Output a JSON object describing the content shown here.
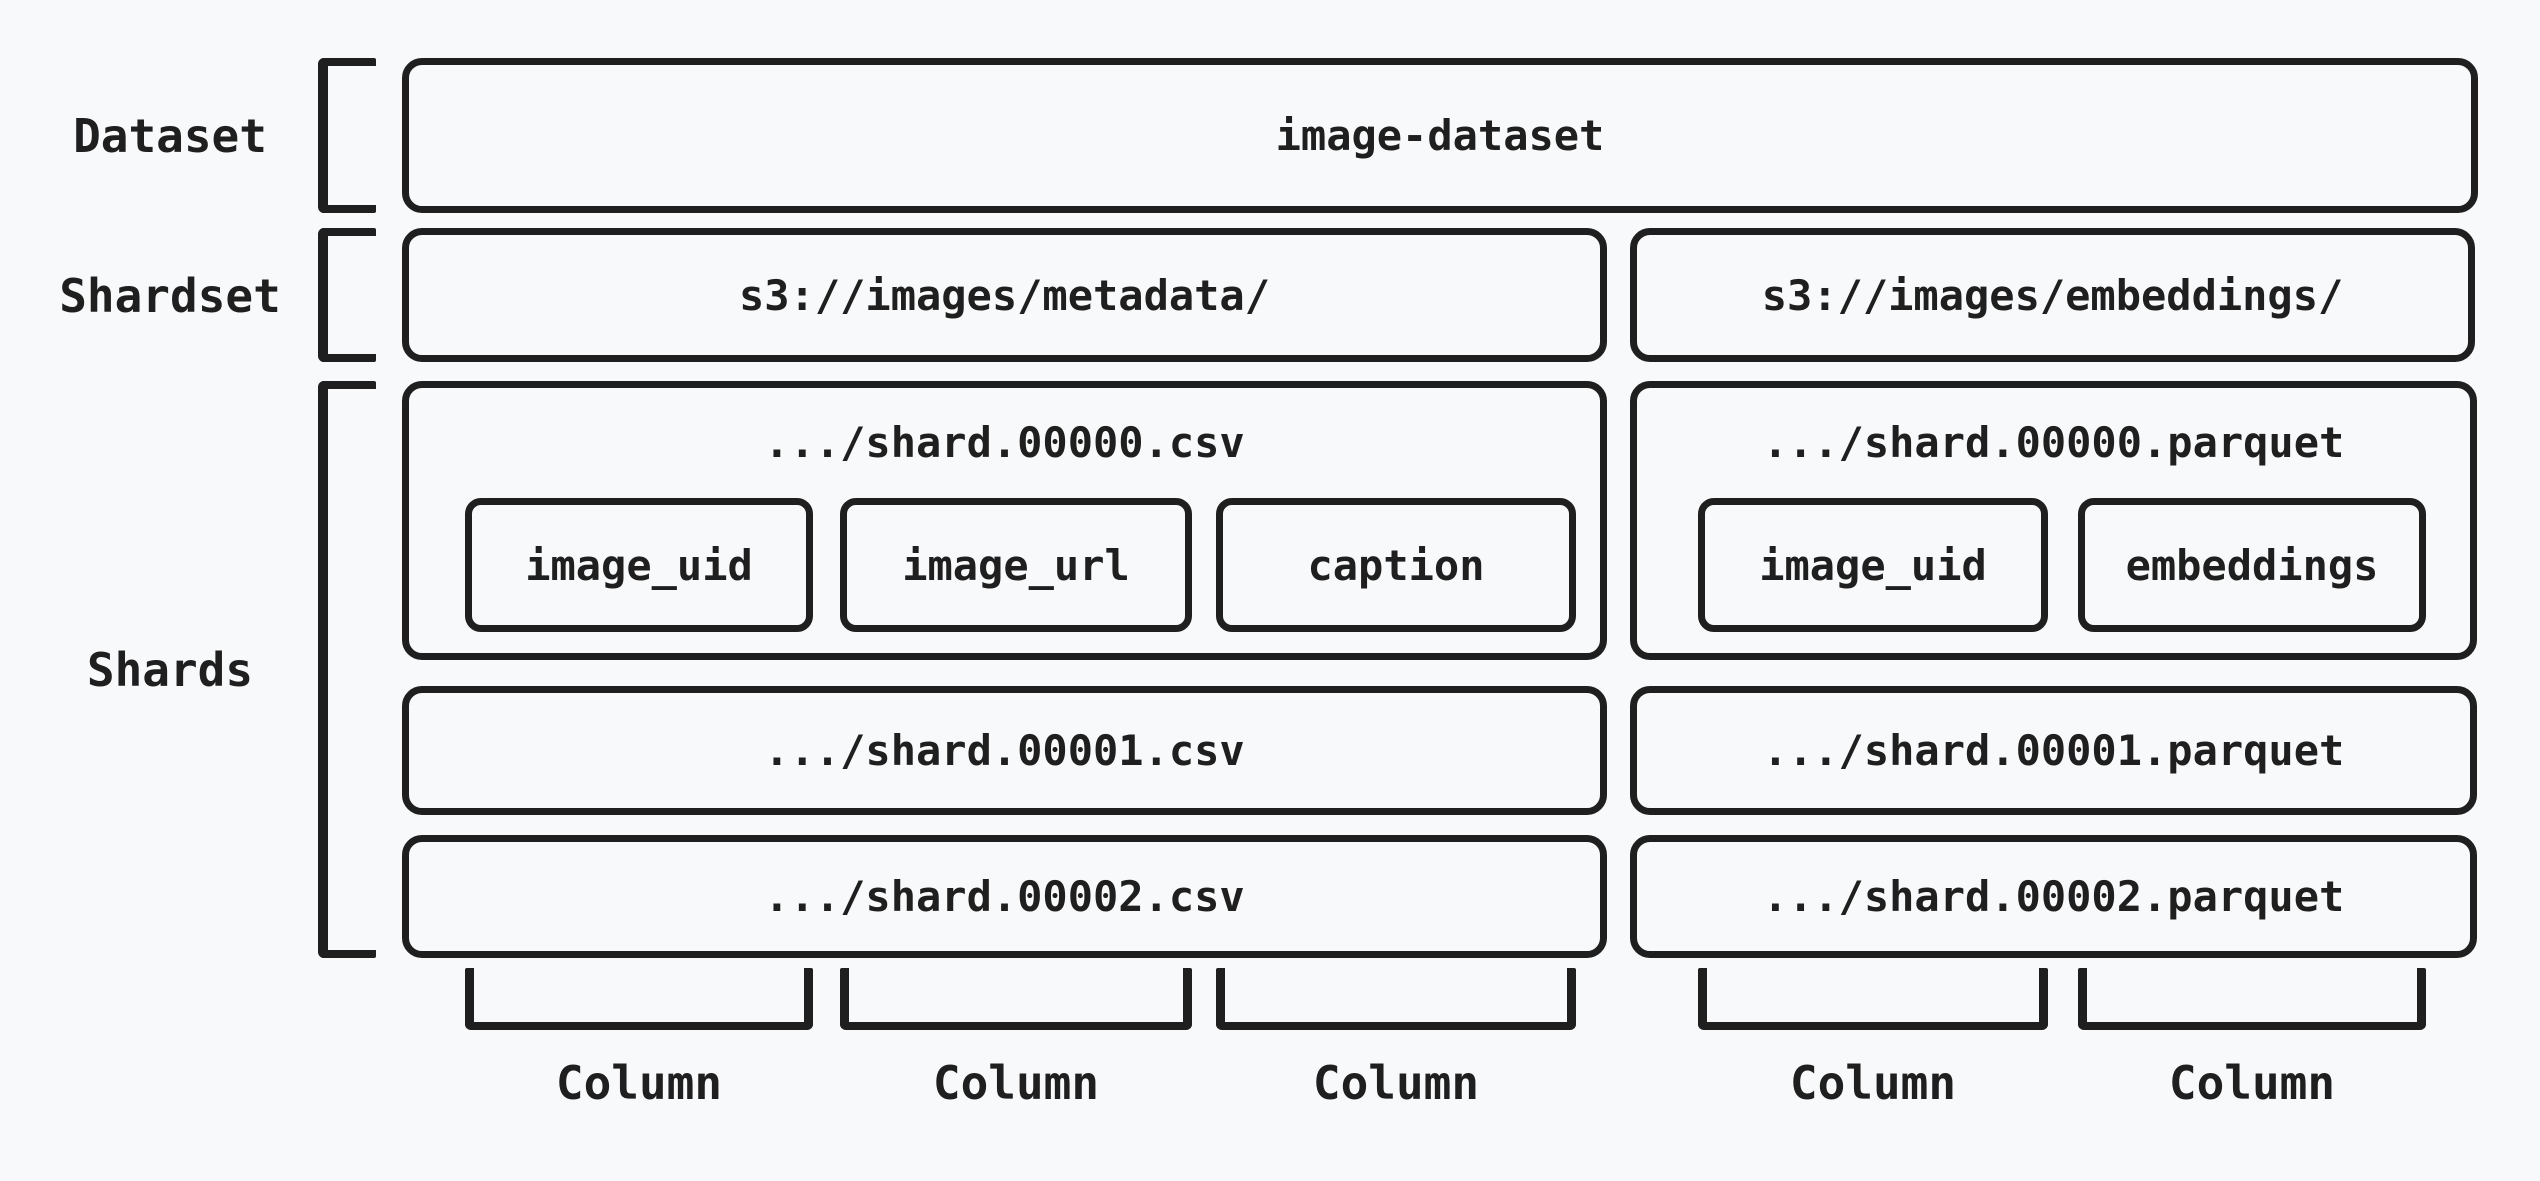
{
  "diagram": {
    "colors": {
      "stroke": "#1f1f1f",
      "background": "#f8f9fa",
      "text": "#1f1f1f"
    },
    "dataset": {
      "label": "Dataset",
      "name": "image-dataset"
    },
    "shardset": {
      "label": "Shardset",
      "metadata_uri": "s3://images/metadata/",
      "embeddings_uri": "s3://images/embeddings/"
    },
    "shards": {
      "label": "Shards",
      "csv": {
        "shard0": {
          "title": ".../shard.00000.csv",
          "columns": [
            "image_uid",
            "image_url",
            "caption"
          ]
        },
        "shard1": ".../shard.00001.csv",
        "shard2": ".../shard.00002.csv"
      },
      "parquet": {
        "shard0": {
          "title": ".../shard.00000.parquet",
          "columns": [
            "image_uid",
            "embeddings"
          ]
        },
        "shard1": ".../shard.00001.parquet",
        "shard2": ".../shard.00002.parquet"
      }
    },
    "column_label": "Column"
  }
}
